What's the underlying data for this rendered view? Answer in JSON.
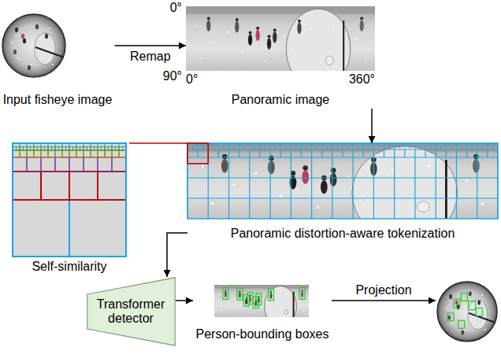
{
  "diagram": {
    "nodes": [
      {
        "text": [
          "Input fisheye image"
        ]
      },
      {
        "text": [
          "Panoramic image"
        ]
      },
      {
        "text": [
          "Self-similarity"
        ]
      },
      {
        "text": [
          "Panoramic distortion-aware tokenization"
        ]
      },
      {
        "text": [
          "Transformer detector"
        ]
      },
      {
        "text": [
          "Person-bounding boxes"
        ]
      },
      {
        "text": []
      }
    ],
    "edges": [
      {
        "from": 0,
        "to": 1,
        "label": "Remap",
        "arrow": "to"
      },
      {
        "from": 1,
        "to": 3,
        "arrow": "to"
      },
      {
        "from": 3,
        "to": 2,
        "arrow": "none"
      },
      {
        "from": 3,
        "to": 4,
        "arrow": "to"
      },
      {
        "from": 4,
        "to": 5,
        "arrow": "to"
      },
      {
        "from": 5,
        "to": 6,
        "label": "Projection",
        "arrow": "to"
      }
    ],
    "labels": [
      "0°",
      "90°",
      "0°",
      "360°"
    ]
  }
}
